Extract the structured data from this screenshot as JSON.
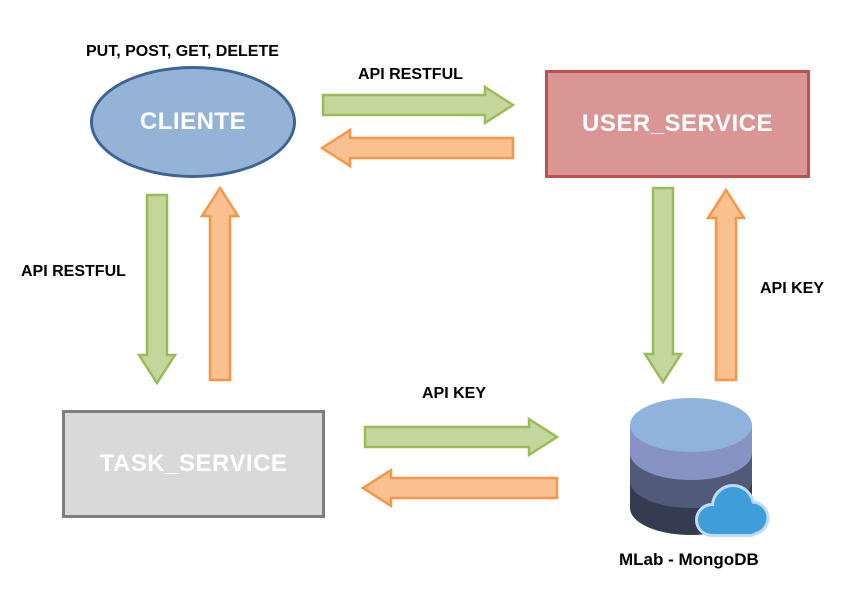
{
  "diagram": {
    "title": "Client / microservices REST architecture diagram",
    "nodes": {
      "cliente": {
        "label": "CLIENTE",
        "shape": "ellipse",
        "fill": "#95B3D7",
        "border": "#3D6493"
      },
      "user_service": {
        "label": "USER_SERVICE",
        "shape": "rect",
        "fill": "#D99694",
        "border": "#C0504D"
      },
      "task_service": {
        "label": "TASK_SERVICE",
        "shape": "rect",
        "fill": "#D9D9D9",
        "border": "#7F7F7F"
      },
      "database": {
        "label": "MLab - MongoDB",
        "shape": "cylinder-icon"
      }
    },
    "labels": {
      "client_methods": "PUT, POST, GET, DELETE",
      "top_link": "API RESTFUL",
      "left_link": "API RESTFUL",
      "right_link": "API KEY",
      "bottom_link": "API KEY"
    },
    "connections": [
      {
        "from": "cliente",
        "to": "user_service",
        "label": "API RESTFUL",
        "style": "paired green/orange block arrows"
      },
      {
        "from": "cliente",
        "to": "task_service",
        "label": "API RESTFUL",
        "style": "paired green/orange block arrows"
      },
      {
        "from": "user_service",
        "to": "database",
        "label": "API KEY",
        "style": "paired green/orange block arrows"
      },
      {
        "from": "task_service",
        "to": "database",
        "label": "API KEY",
        "style": "paired green/orange block arrows"
      }
    ],
    "colors": {
      "arrow_green_fill": "#C3D69B",
      "arrow_green_stroke": "#9BBB59",
      "arrow_orange_fill": "#FAC090",
      "arrow_orange_stroke": "#F79646",
      "db_top": "#8FB3DC",
      "db_band1": "#8793C5",
      "db_band2": "#515A78",
      "db_band3": "#343C51",
      "cloud_fill": "#3E9ED9",
      "cloud_stroke": "#BDDCF5"
    }
  }
}
